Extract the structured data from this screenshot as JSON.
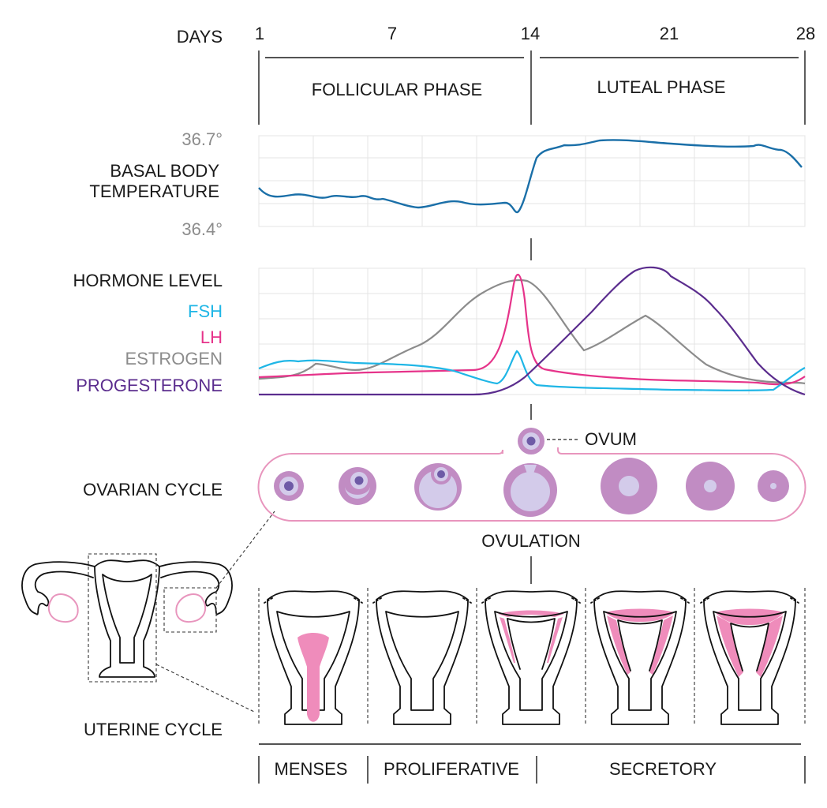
{
  "timeline": {
    "label": "DAYS",
    "ticks": [
      "1",
      "7",
      "14",
      "21",
      "28"
    ],
    "phases": [
      "FOLLICULAR PHASE",
      "LUTEAL PHASE"
    ]
  },
  "temperature": {
    "title_line1": "BASAL BODY",
    "title_line2": "TEMPERATURE",
    "max_label": "36.7°",
    "min_label": "36.4°"
  },
  "hormones": {
    "title": "HORMONE LEVEL",
    "legend": [
      {
        "name": "FSH",
        "color": "#1fb6e6"
      },
      {
        "name": "LH",
        "color": "#e6338a"
      },
      {
        "name": "ESTROGEN",
        "color": "#8c8c8c"
      },
      {
        "name": "PROGESTERONE",
        "color": "#5b2d8e"
      }
    ]
  },
  "ovary": {
    "title": "OVARIAN CYCLE",
    "ovum_label": "OVUM",
    "ovulation_label": "OVULATION",
    "follicle_color": "#c18cc3",
    "antrum_color": "#d3cbea",
    "oocyte_color": "#6e5aa6"
  },
  "uterus": {
    "title": "UTERINE CYCLE",
    "endometrium_color": "#ef8cbb",
    "phases": [
      "MENSES",
      "PROLIFERATIVE",
      "SECRETORY"
    ]
  }
}
